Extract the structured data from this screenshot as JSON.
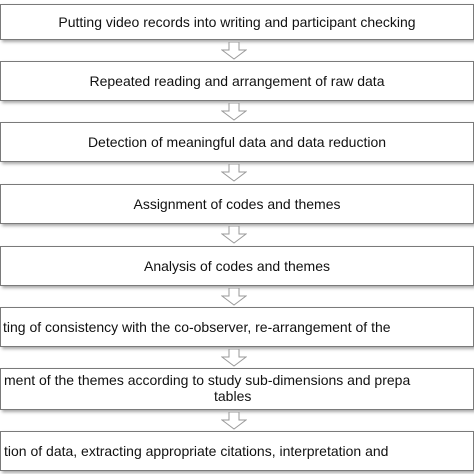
{
  "flow": {
    "step1": "Putting video records into writing and participant checking",
    "step2": "Repeated reading and arrangement of raw data",
    "step3": "Detection of meaningful data and data reduction",
    "step4": "Assignment of codes and themes",
    "step5": "Analysis of codes and themes",
    "step6": "ting of consistency with the co-observer, re-arrangement of the",
    "step7_line1": "ment of the themes according to study sub-dimensions and prepa",
    "step7_line2": "tables",
    "step8": "tion of data, extracting appropriate citations, interpretation and"
  },
  "colors": {
    "border": "#7a7a7a",
    "arrow_stroke": "#9a9a9a",
    "text": "#111111"
  }
}
